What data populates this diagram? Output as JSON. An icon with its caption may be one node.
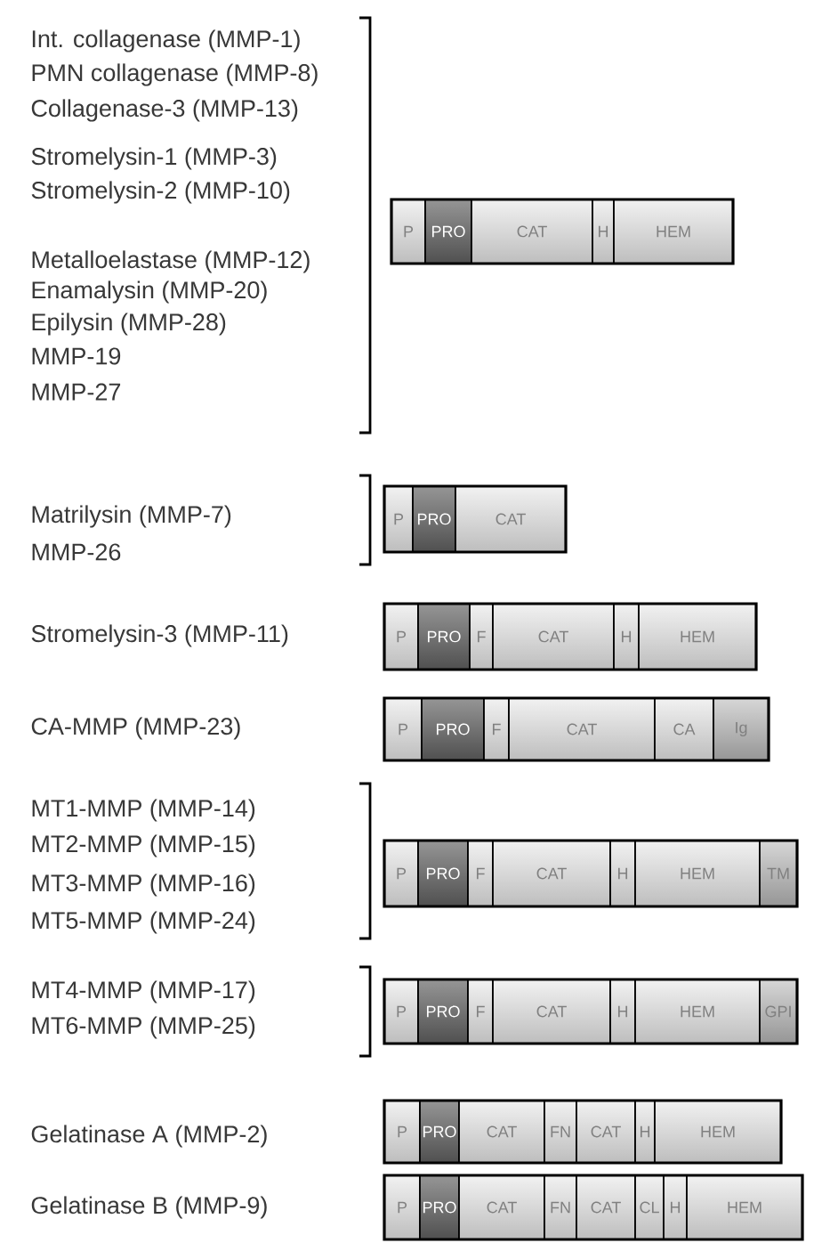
{
  "diagram": {
    "nodes": [
      {
        "text": [],
        "shape": "bar"
      },
      {
        "text": [
          "P"
        ],
        "in": 0
      },
      {
        "text": [
          "PRO"
        ],
        "in": 0
      },
      {
        "text": [
          "CAT"
        ],
        "in": 0
      },
      {
        "text": [
          "H"
        ],
        "in": 0
      },
      {
        "text": [
          "HEM"
        ],
        "in": 0
      },
      {
        "text": [],
        "shape": "bar"
      },
      {
        "text": [
          "P"
        ],
        "in": 6
      },
      {
        "text": [
          "PRO"
        ],
        "in": 6
      },
      {
        "text": [
          "CAT"
        ],
        "in": 6
      },
      {
        "text": [],
        "shape": "bar"
      },
      {
        "text": [
          "P"
        ],
        "in": 10
      },
      {
        "text": [
          "PRO"
        ],
        "in": 10
      },
      {
        "text": [
          "F"
        ],
        "in": 10
      },
      {
        "text": [
          "CAT"
        ],
        "in": 10
      },
      {
        "text": [
          "H"
        ],
        "in": 10
      },
      {
        "text": [
          "HEM"
        ],
        "in": 10
      },
      {
        "text": [],
        "shape": "bar"
      },
      {
        "text": [
          "P"
        ],
        "in": 17
      },
      {
        "text": [
          "PRO"
        ],
        "in": 17
      },
      {
        "text": [
          "F"
        ],
        "in": 17
      },
      {
        "text": [
          "CAT"
        ],
        "in": 17
      },
      {
        "text": [
          "CA"
        ],
        "in": 17
      },
      {
        "text": [
          "Ig"
        ],
        "in": 17
      },
      {
        "text": [],
        "shape": "bar"
      },
      {
        "text": [
          "P"
        ],
        "in": 24
      },
      {
        "text": [
          "PRO"
        ],
        "in": 24
      },
      {
        "text": [
          "F"
        ],
        "in": 24
      },
      {
        "text": [
          "CAT"
        ],
        "in": 24
      },
      {
        "text": [
          "H"
        ],
        "in": 24
      },
      {
        "text": [
          "HEM"
        ],
        "in": 24
      },
      {
        "text": [
          "TM"
        ],
        "in": 24
      },
      {
        "text": [],
        "shape": "bar"
      },
      {
        "text": [
          "P"
        ],
        "in": 32
      },
      {
        "text": [
          "PRO"
        ],
        "in": 32
      },
      {
        "text": [
          "F"
        ],
        "in": 32
      },
      {
        "text": [
          "CAT"
        ],
        "in": 32
      },
      {
        "text": [
          "H"
        ],
        "in": 32
      },
      {
        "text": [
          "HEM"
        ],
        "in": 32
      },
      {
        "text": [
          "GPI"
        ],
        "in": 32
      },
      {
        "text": [],
        "shape": "bar"
      },
      {
        "text": [
          "P"
        ],
        "in": 40
      },
      {
        "text": [
          "PRO"
        ],
        "in": 40
      },
      {
        "text": [
          "CAT"
        ],
        "in": 40
      },
      {
        "text": [
          "FN"
        ],
        "in": 40
      },
      {
        "text": [
          "CAT"
        ],
        "in": 40
      },
      {
        "text": [
          "H"
        ],
        "in": 40
      },
      {
        "text": [
          "HEM"
        ],
        "in": 40
      },
      {
        "text": [],
        "shape": "bar"
      },
      {
        "text": [
          "P"
        ],
        "in": 48
      },
      {
        "text": [
          "PRO"
        ],
        "in": 48
      },
      {
        "text": [
          "CAT"
        ],
        "in": 48
      },
      {
        "text": [
          "FN"
        ],
        "in": 48
      },
      {
        "text": [
          "CAT"
        ],
        "in": 48
      },
      {
        "text": [
          "CL"
        ],
        "in": 48
      },
      {
        "text": [
          "H"
        ],
        "in": 48
      },
      {
        "text": [
          "HEM"
        ],
        "in": 48
      }
    ],
    "labels": [
      "Int. collagenase (MMP-1)",
      "PMN collagenase (MMP-8)",
      "Collagenase-3 (MMP-13)",
      "Stromelysin-1 (MMP-3)",
      "Stromelysin-2 (MMP-10)",
      "Metalloelastase (MMP-12)",
      "Enamalysin (MMP-20)",
      "Epilysin (MMP-28)",
      "MMP-19",
      "MMP-27",
      "Matrilysin (MMP-7)",
      "MMP-26",
      "Stromelysin-3 (MMP-11)",
      "CA-MMP (MMP-23)",
      "MT1-MMP (MMP-14)",
      "MT2-MMP (MMP-15)",
      "MT3-MMP (MMP-16)",
      "MT5-MMP (MMP-24)",
      "MT4-MMP (MMP-17)",
      "MT6-MMP (MMP-25)",
      "Gelatinase A (MMP-2)",
      "Gelatinase B (MMP-9)"
    ]
  }
}
